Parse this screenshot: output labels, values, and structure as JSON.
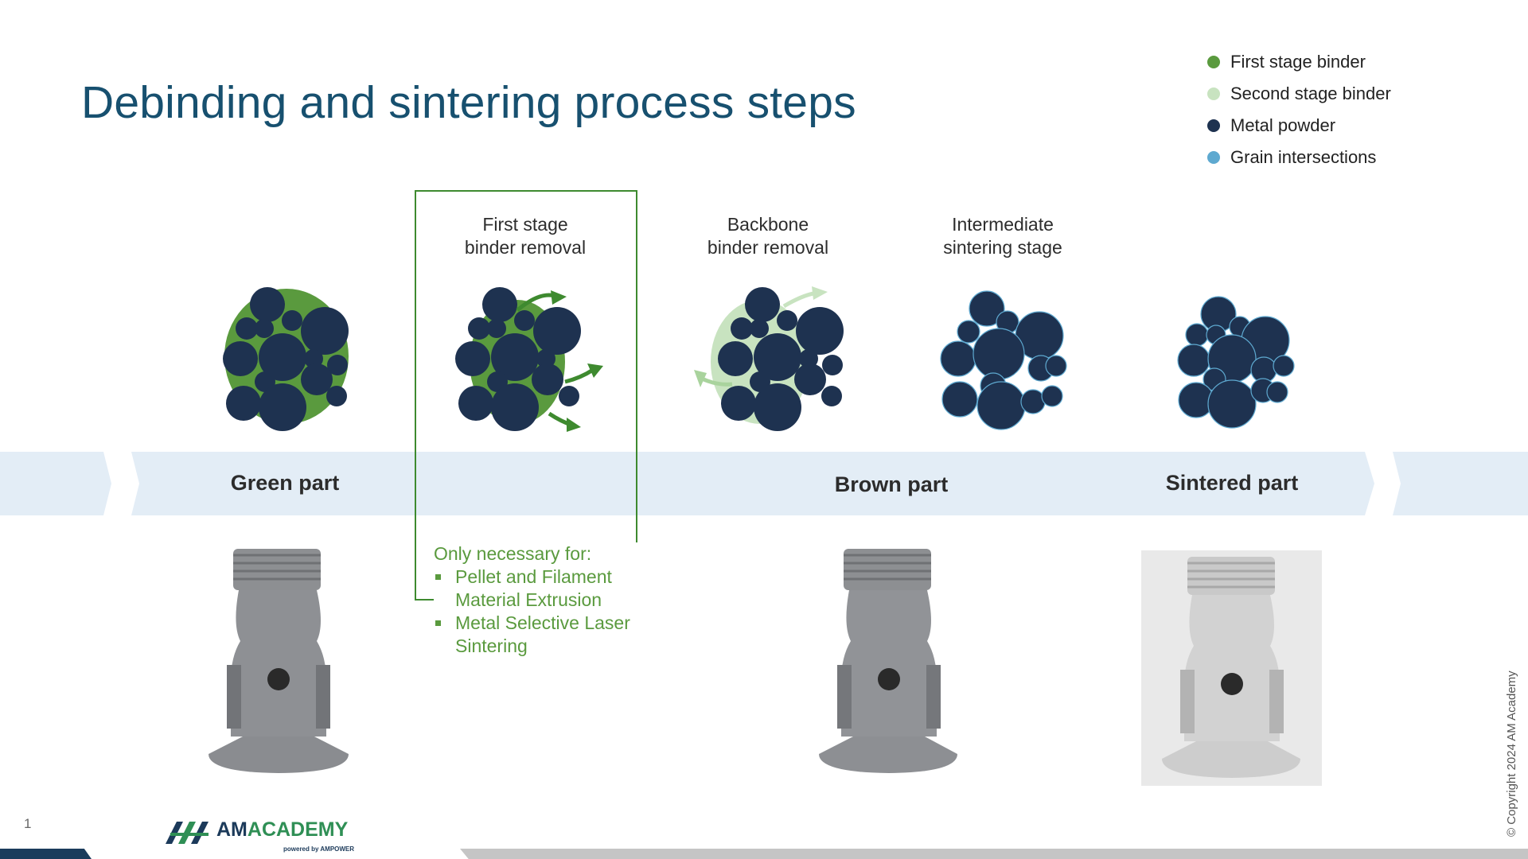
{
  "title": "Debinding and sintering process steps",
  "legend": [
    {
      "label": "First stage binder",
      "color": "#5a9a3e"
    },
    {
      "label": "Second stage binder",
      "color": "#c8e3c0"
    },
    {
      "label": "Metal powder",
      "color": "#1e3250"
    },
    {
      "label": "Grain intersections",
      "color": "#5ea9d0"
    }
  ],
  "steps": [
    {
      "label_line1": "First stage",
      "label_line2": "binder removal"
    },
    {
      "label_line1": "Backbone",
      "label_line2": "binder removal"
    },
    {
      "label_line1": "Intermediate",
      "label_line2": "sintering stage"
    }
  ],
  "band": {
    "green_part": "Green part",
    "brown_part": "Brown part",
    "sintered_part": "Sintered part"
  },
  "note": {
    "heading": "Only necessary for:",
    "items": [
      "Pellet and Filament Material Extrusion",
      "Metal Selective Laser Sintering"
    ]
  },
  "footer": {
    "page_number": "1",
    "logo_am": "AM",
    "logo_academy": "ACADEMY",
    "logo_sub": "powered by AMPOWER",
    "copyright": "© Copyright 2024 AM Academy"
  },
  "icons": [
    "green-part-particles-icon",
    "first-stage-particles-icon",
    "backbone-particles-icon",
    "intermediate-particles-icon",
    "sintered-particles-icon",
    "green-part-photo",
    "brown-part-photo",
    "sintered-part-photo"
  ]
}
